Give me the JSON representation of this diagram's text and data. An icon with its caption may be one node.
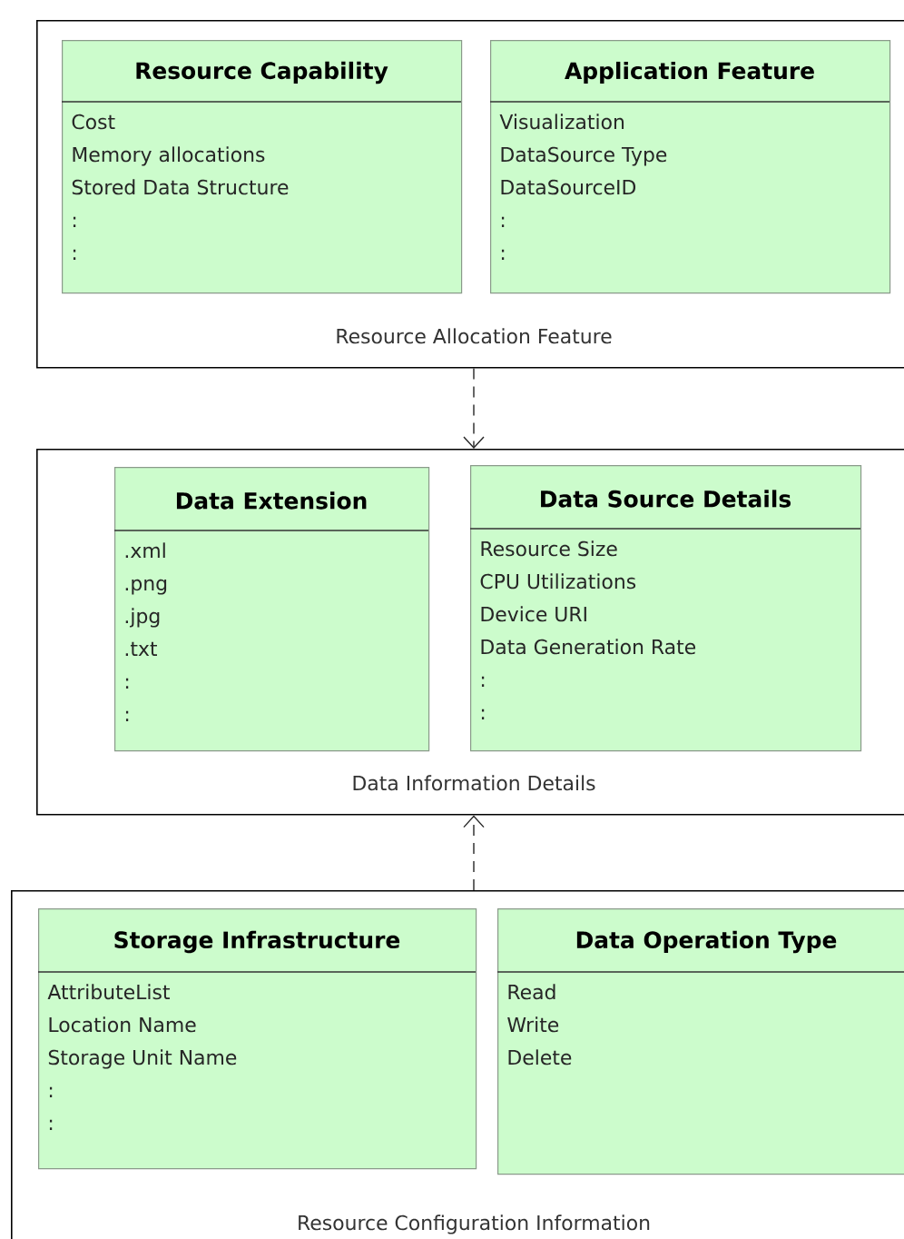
{
  "diagram": {
    "nodes": [
      {
        "text": [
          "Resource Allocation Feature"
        ]
      },
      {
        "text": [
          "Resource Capability",
          "Cost",
          "Memory allocations",
          "Stored Data Structure",
          ":",
          ":"
        ],
        "in": 0
      },
      {
        "text": [
          "Application Feature",
          "Visualization",
          "DataSource Type",
          "DataSourceID",
          ":",
          ":"
        ],
        "in": 0
      },
      {
        "text": [
          "Data Information Details"
        ]
      },
      {
        "text": [
          "Data Extension",
          ".xml",
          ".png",
          ".jpg",
          ".txt",
          ":",
          ":"
        ],
        "in": 3
      },
      {
        "text": [
          "Data Source Details",
          "Resource Size",
          "CPU Utilizations",
          "Device URI",
          "Data Generation Rate",
          ":",
          ":"
        ],
        "in": 3
      },
      {
        "text": [
          "Resource Configuration Information"
        ]
      },
      {
        "text": [
          "Storage Infrastructure",
          "AttributeList",
          "Location Name",
          "Storage Unit Name",
          ":",
          ":"
        ],
        "in": 6
      },
      {
        "text": [
          "Data Operation Type",
          "Read",
          "Write",
          "Delete"
        ],
        "in": 6
      }
    ],
    "edges": [
      {
        "from": 0,
        "to": 3,
        "arrow": "to",
        "style": "dashed"
      },
      {
        "from": 6,
        "to": 3,
        "arrow": "to",
        "style": "dashed"
      }
    ]
  }
}
